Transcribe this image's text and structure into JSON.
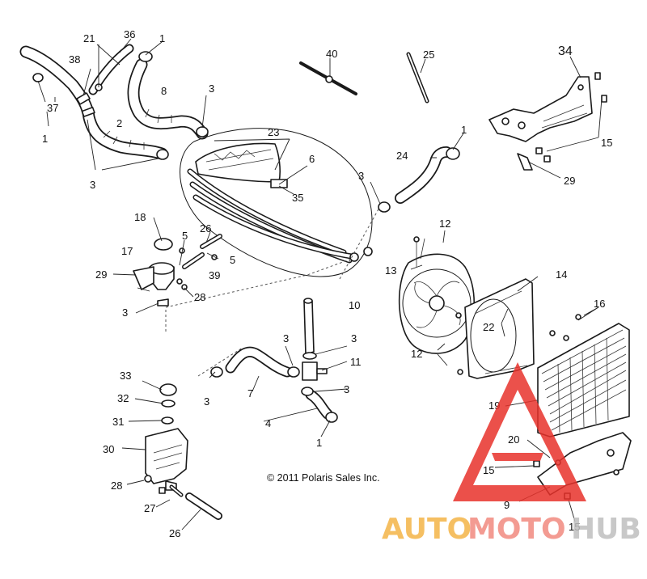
{
  "callouts": {
    "c1a": "1",
    "c1b": "1",
    "c1c": "1",
    "c1d": "1",
    "c2": "2",
    "c3a": "3",
    "c3b": "3",
    "c3c": "3",
    "c3d": "3",
    "c3e": "3",
    "c3f": "3",
    "c3g": "3",
    "c3h": "3",
    "c4": "4",
    "c5a": "5",
    "c5b": "5",
    "c6": "6",
    "c7": "7",
    "c8": "8",
    "c9": "9",
    "c10": "10",
    "c11": "11",
    "c12a": "12",
    "c12b": "12",
    "c13": "13",
    "c14": "14",
    "c15a": "15",
    "c15b": "15",
    "c15c": "15",
    "c16": "16",
    "c17": "17",
    "c18": "18",
    "c19": "19",
    "c20": "20",
    "c21": "21",
    "c22": "22",
    "c23": "23",
    "c24": "24",
    "c25": "25",
    "c26a": "26",
    "c26b": "26",
    "c27": "27",
    "c28a": "28",
    "c28b": "28",
    "c29a": "29",
    "c29b": "29",
    "c30": "30",
    "c31": "31",
    "c32": "32",
    "c33": "33",
    "c34": "34",
    "c35": "35",
    "c36": "36",
    "c37": "37",
    "c38": "38",
    "c39": "39",
    "c40": "40"
  },
  "copyright": "© 2011 Polaris Sales Inc.",
  "watermark": {
    "part1": "AUTO",
    "part2": "MOTO",
    "part3": "HUB",
    "colors": {
      "triangle": "#e8322b",
      "auto": "#f4b547",
      "moto": "#f28a80",
      "hub": "#bfbfbf"
    }
  }
}
